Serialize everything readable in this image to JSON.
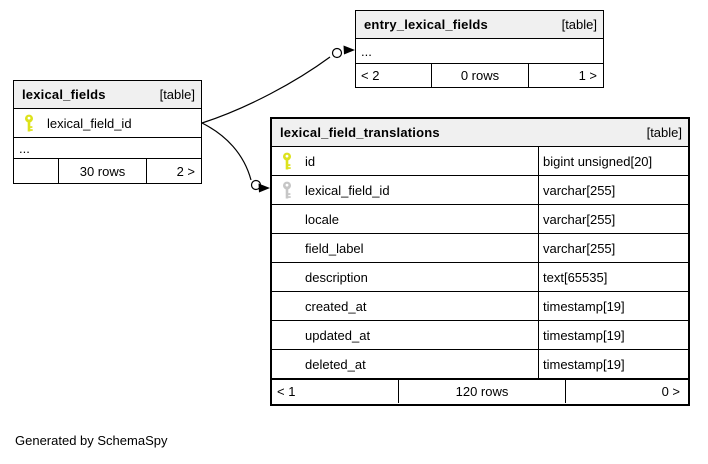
{
  "diagram": {
    "credit": "Generated by SchemaSpy"
  },
  "colors": {
    "header_bg": "#f0f0f0",
    "primary_key_icon": "#dde21c",
    "foreign_key_icon": "#c6c6c6",
    "border": "#000000"
  },
  "tables": [
    {
      "title": "entry_lexical_fields",
      "badge": "[table]",
      "ellipsis": "...",
      "footer": {
        "left": "< 2",
        "center": "0 rows",
        "right": "1 >"
      }
    },
    {
      "title": "lexical_fields",
      "badge": "[table]",
      "columns": [
        {
          "name": "lexical_field_id",
          "key": "primary"
        }
      ],
      "ellipsis": "...",
      "footer": {
        "left": "",
        "center": "30 rows",
        "right": "2 >"
      }
    },
    {
      "title": "lexical_field_translations",
      "badge": "[table]",
      "columns": [
        {
          "name": "id",
          "type": "bigint unsigned[20]",
          "key": "primary"
        },
        {
          "name": "lexical_field_id",
          "type": "varchar[255]",
          "key": "foreign"
        },
        {
          "name": "locale",
          "type": "varchar[255]",
          "key": ""
        },
        {
          "name": "field_label",
          "type": "varchar[255]",
          "key": ""
        },
        {
          "name": "description",
          "type": "text[65535]",
          "key": ""
        },
        {
          "name": "created_at",
          "type": "timestamp[19]",
          "key": ""
        },
        {
          "name": "updated_at",
          "type": "timestamp[19]",
          "key": ""
        },
        {
          "name": "deleted_at",
          "type": "timestamp[19]",
          "key": ""
        }
      ],
      "footer": {
        "left": "< 1",
        "center": "120 rows",
        "right": "0 >"
      }
    }
  ],
  "relationships": [
    {
      "from": "lexical_fields.lexical_field_id",
      "to": "entry_lexical_fields"
    },
    {
      "from": "lexical_fields.lexical_field_id",
      "to": "lexical_field_translations.lexical_field_id"
    }
  ]
}
